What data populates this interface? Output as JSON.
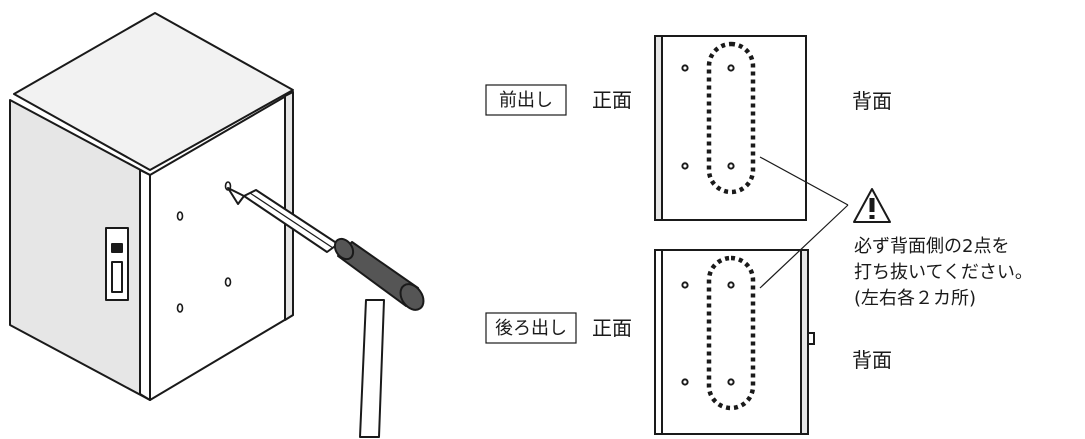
{
  "labels": {
    "front_exit": "前出し",
    "rear_exit": "後ろ出し",
    "front": "正面",
    "back": "背面"
  },
  "warning": {
    "icon": "warning-triangle-icon",
    "line1": "必ず背面側の2点を",
    "line2": "打ち抜いてください。",
    "line3": "(左右各２カ所)"
  },
  "colors": {
    "stroke": "#1a1a1a",
    "panel_face": "#e6e6e6",
    "panel_top": "#f2f2f2",
    "panel_side": "#ffffff",
    "hammer_head": "#555555"
  }
}
